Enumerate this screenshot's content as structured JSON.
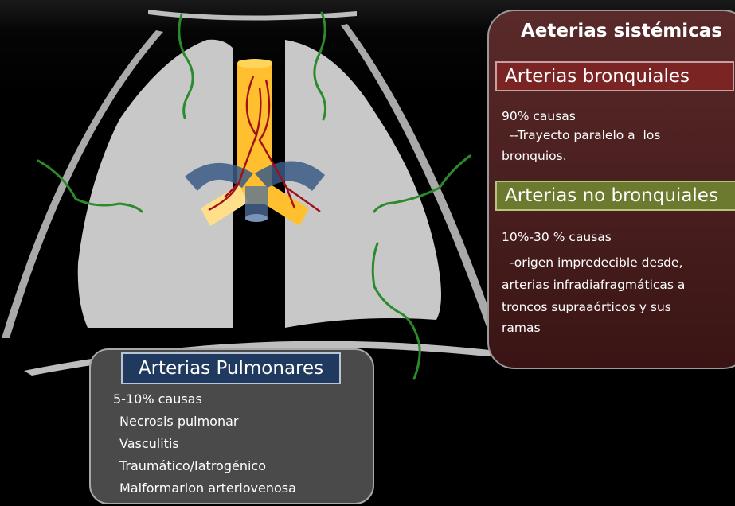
{
  "systemic": {
    "title": "Aeterias sistémicas",
    "bronchial": {
      "header": "Arterias bronquiales",
      "lines": [
        "90% causas",
        "  --Trayecto paralelo a  los",
        "bronquios."
      ]
    },
    "non_bronchial": {
      "header": "Arterias no bronquiales",
      "lines": [
        "10%-30 % causas",
        "  -origen impredecible desde,",
        "arterias infradiafragmáticas a",
        "troncos supraaórticos  y sus",
        "ramas"
      ]
    }
  },
  "pulmonary": {
    "header": "Arterias Pulmonares",
    "lines": [
      "5-10% causas",
      "Necrosis pulmonar",
      "Vasculitis",
      "Traumático/Iatrogénico",
      "Malformarion arteriovenosa"
    ]
  },
  "colors": {
    "lung": "#c8c8c8",
    "trachea": "#ffbf2e",
    "bronchial_artery": "#a0101a",
    "vessel": "#2c8a2c",
    "pulmonary_artery": "#3a5a86"
  }
}
